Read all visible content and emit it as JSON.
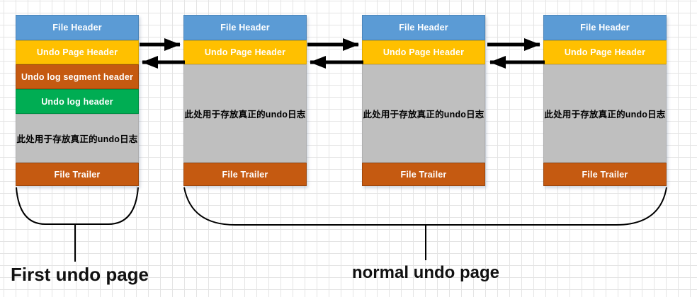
{
  "pages": [
    {
      "kind": "first undo page",
      "sections": [
        {
          "label": "File Header"
        },
        {
          "label": "Undo Page Header"
        },
        {
          "label": "Undo log segment header"
        },
        {
          "label": "Undo log header"
        },
        {
          "label": "此处用于存放真正的undo日志"
        },
        {
          "label": "File Trailer"
        }
      ]
    },
    {
      "kind": "normal undo page",
      "sections": [
        {
          "label": "File Header"
        },
        {
          "label": "Undo Page Header"
        },
        {
          "label": "此处用于存放真正的undo日志"
        },
        {
          "label": "File Trailer"
        }
      ]
    },
    {
      "kind": "normal undo page",
      "sections": [
        {
          "label": "File Header"
        },
        {
          "label": "Undo Page Header"
        },
        {
          "label": "此处用于存放真正的undo日志"
        },
        {
          "label": "File Trailer"
        }
      ]
    },
    {
      "kind": "normal undo page",
      "sections": [
        {
          "label": "File Header"
        },
        {
          "label": "Undo Page Header"
        },
        {
          "label": "此处用于存放真正的undo日志"
        },
        {
          "label": "File Trailer"
        }
      ]
    }
  ],
  "group_labels": {
    "first": "First undo page",
    "normal": "normal undo page"
  },
  "colors": {
    "file_header": "#5B9BD5",
    "undo_page_header": "#FFC000",
    "undo_log_segment_header": "#C55A11",
    "undo_log_header": "#00AD53",
    "undo_data_area": "#BFBFBF",
    "file_trailer": "#C55A11",
    "arrow": "#000000",
    "grid_line": "#e4e4e4"
  }
}
